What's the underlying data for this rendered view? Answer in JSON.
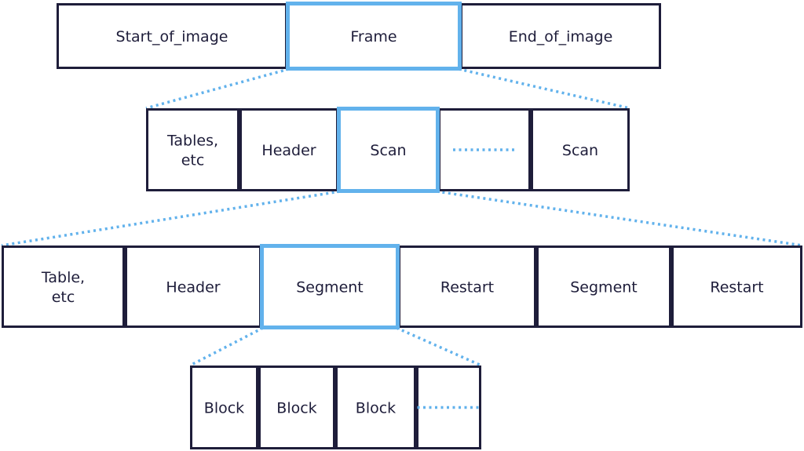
{
  "colors": {
    "stroke": "#1e1d3a",
    "highlight": "#62b2ec",
    "text": "#1e1d3a",
    "background": "#ffffff"
  },
  "diagram": {
    "levels": [
      {
        "id": "image",
        "cells": [
          {
            "label": "Start_of_image",
            "highlight": false
          },
          {
            "label": "Frame",
            "highlight": true
          },
          {
            "label": "End_of_image",
            "highlight": false
          }
        ]
      },
      {
        "id": "frame",
        "cells": [
          {
            "label": "Tables,\netc",
            "highlight": false
          },
          {
            "label": "Header",
            "highlight": false
          },
          {
            "label": "Scan",
            "highlight": true
          },
          {
            "label": "",
            "highlight": false,
            "ellipsis": true
          },
          {
            "label": "Scan",
            "highlight": false
          }
        ]
      },
      {
        "id": "scan",
        "cells": [
          {
            "label": "Table,\netc",
            "highlight": false
          },
          {
            "label": "Header",
            "highlight": false
          },
          {
            "label": "Segment",
            "highlight": true
          },
          {
            "label": "Restart",
            "highlight": false
          },
          {
            "label": "Segment",
            "highlight": false
          },
          {
            "label": "Restart",
            "highlight": false
          }
        ]
      },
      {
        "id": "segment",
        "cells": [
          {
            "label": "Block",
            "highlight": false
          },
          {
            "label": "Block",
            "highlight": false
          },
          {
            "label": "Block",
            "highlight": false
          },
          {
            "label": "",
            "highlight": false,
            "ellipsis": true
          }
        ]
      }
    ]
  }
}
